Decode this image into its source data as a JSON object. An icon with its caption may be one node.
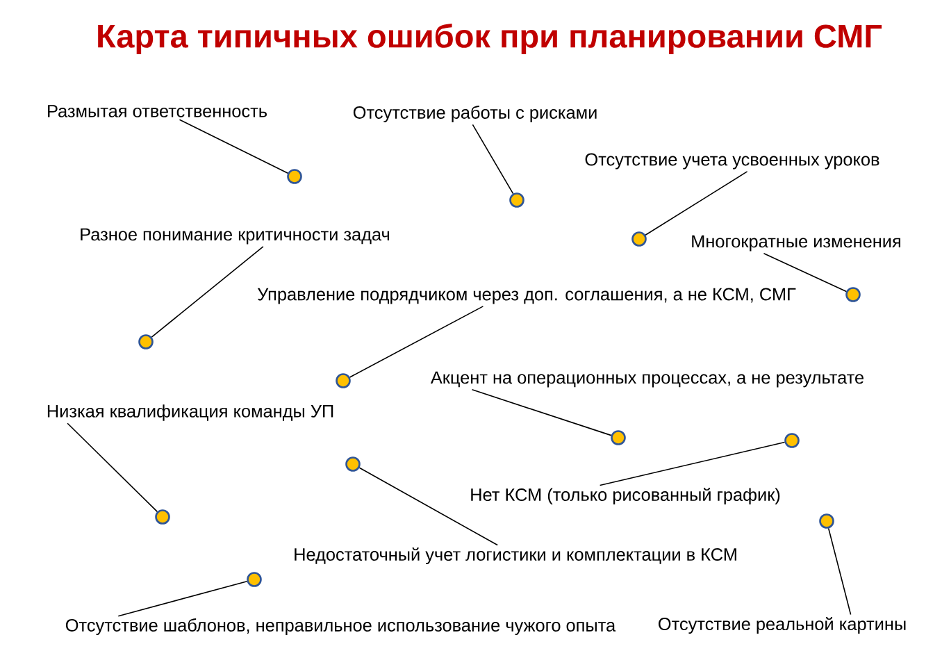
{
  "diagram": {
    "title": "Карта типичных ошибок при планировании СМГ",
    "nodes": [
      {
        "text": [
          "Размытая ответственность"
        ]
      },
      {
        "text": [],
        "shape": "circle"
      },
      {
        "text": [
          "Отсутствие работы с рисками"
        ]
      },
      {
        "text": [],
        "shape": "circle"
      },
      {
        "text": [
          "Отсутствие учета усвоенных уроков"
        ]
      },
      {
        "text": [],
        "shape": "circle"
      },
      {
        "text": [
          "Разное понимание критичности задач"
        ]
      },
      {
        "text": [],
        "shape": "circle"
      },
      {
        "text": [
          "Многократные изменения"
        ]
      },
      {
        "text": [],
        "shape": "circle"
      },
      {
        "text": [
          "Управление подрядчиком через доп. соглашения, а не КСМ, СМГ"
        ]
      },
      {
        "text": [],
        "shape": "circle"
      },
      {
        "text": [
          "Акцент на операционных процессах, а не результате"
        ]
      },
      {
        "text": [],
        "shape": "circle"
      },
      {
        "text": [
          "Низкая квалификация команды УП"
        ]
      },
      {
        "text": [],
        "shape": "circle"
      },
      {
        "text": [],
        "shape": "circle"
      },
      {
        "text": [
          "Нет КСМ (только рисованный график)"
        ]
      },
      {
        "text": [],
        "shape": "circle"
      },
      {
        "text": [],
        "shape": "circle"
      },
      {
        "text": [
          "Недостаточный учет логистики и комплектации в КСМ"
        ]
      },
      {
        "text": [],
        "shape": "circle"
      },
      {
        "text": [
          "Отсутствие шаблонов, неправильное использование чужого опыта"
        ]
      },
      {
        "text": [
          "Отсутствие реальной картины"
        ]
      }
    ],
    "edges": [
      {
        "from": 0,
        "to": 1,
        "arrow": "none"
      },
      {
        "from": 2,
        "to": 3,
        "arrow": "none"
      },
      {
        "from": 4,
        "to": 5,
        "arrow": "none"
      },
      {
        "from": 6,
        "to": 7,
        "arrow": "none"
      },
      {
        "from": 8,
        "to": 9,
        "arrow": "none"
      },
      {
        "from": 10,
        "to": 11,
        "arrow": "none"
      },
      {
        "from": 12,
        "to": 13,
        "arrow": "none"
      },
      {
        "from": 14,
        "to": 15,
        "arrow": "none"
      },
      {
        "from": 17,
        "to": 16,
        "arrow": "none"
      },
      {
        "from": 20,
        "to": 18,
        "arrow": "none"
      },
      {
        "from": 23,
        "to": 19,
        "arrow": "none"
      },
      {
        "from": 22,
        "to": 21,
        "arrow": "none"
      }
    ]
  }
}
